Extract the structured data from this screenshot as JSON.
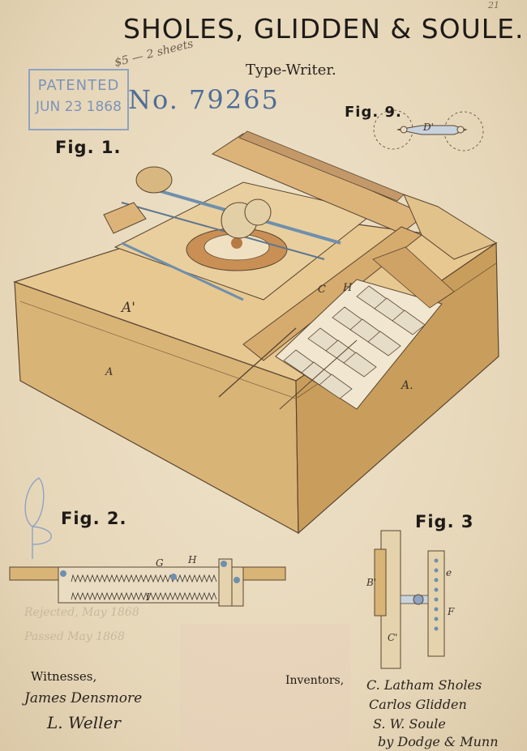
{
  "document": {
    "title": "SHOLES, GLIDDEN & SOULE.",
    "subtitle": "Type-Writer.",
    "sheet_number": "21",
    "pencil_note": "$5 — 2 sheets",
    "stamp": {
      "line1": "PATENTED",
      "line2": "JUN 23 1868"
    },
    "patent_number": "No. 79265",
    "ink_color": "#1e1a16",
    "stamp_color": "#7d93b8",
    "wood_color": "#d9b477"
  },
  "figures": {
    "fig1": "Fig. 1.",
    "fig2": "Fig. 2.",
    "fig3": "Fig. 3",
    "fig9": "Fig. 9."
  },
  "reference_letters": {
    "a_main": "A",
    "a_right": "A.",
    "a_prime": "A'",
    "b_prime": "B'",
    "c": "C",
    "h": "H",
    "c_prime": "C'",
    "d_prime": "D'",
    "e": "e",
    "f": "F",
    "i": "I",
    "h2": "H",
    "g": "G"
  },
  "faded_notes": {
    "note1": "Rejected, May 1868",
    "note2": "Passed May 1868"
  },
  "signatures": {
    "witnesses_label": "Witnesses,",
    "witness1": "James Densmore",
    "witness2": "L. Weller",
    "inventors_label": "Inventors,",
    "inventor1": "C. Latham Sholes",
    "inventor2": "Carlos Glidden",
    "inventor3": "S. W. Soule",
    "attorney": "by Dodge & Munn"
  }
}
